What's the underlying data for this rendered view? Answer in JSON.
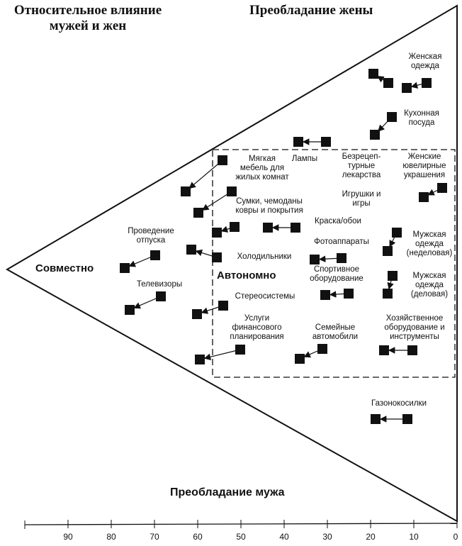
{
  "titles": {
    "left": "Относительное влияние мужей и жен",
    "left_line1": "Относительное влияние",
    "left_line2": "мужей и жен",
    "top": "Преобладание жены",
    "bottom": "Преобладание мужа",
    "joint": "Совместно",
    "autonomous": "Автономно"
  },
  "labels": [
    "Женская одежда",
    "Кухонная посуда",
    "Мягкая мебель для жилых комнат",
    "Лампы",
    "Безрецеп-турные лекарства",
    "Женские ювелирные украшения",
    "Игрушки и игры",
    "Сумки, чемоданы ковры и покрытия",
    "Краска/обои",
    "Проведение отпуска",
    "Холодильники",
    "Фотоаппараты",
    "Мужская одежда (неделовая)",
    "Спортивное оборудование",
    "Мужская одежда (деловая)",
    "Телевизоры",
    "Стереосистемы",
    "Услуги финансового планирования",
    "Семейные автомобили",
    "Хозяйственное оборудование и инструменты",
    "Газонокосилки"
  ],
  "axis_ticks": [
    "90",
    "80",
    "70",
    "60",
    "50",
    "40",
    "30",
    "20",
    "10",
    "0"
  ],
  "colors": {
    "ink": "#111111",
    "background": "#ffffff"
  }
}
